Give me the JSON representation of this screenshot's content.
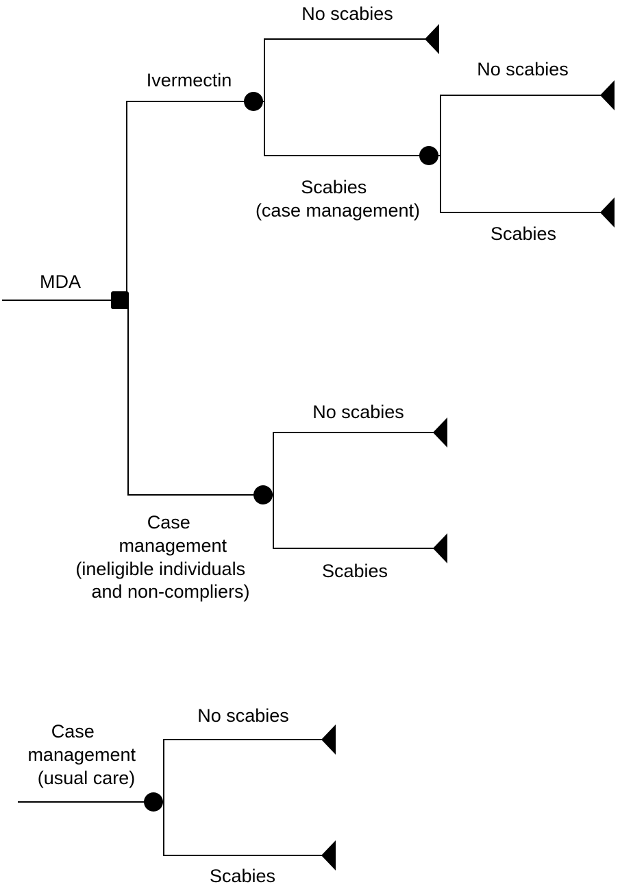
{
  "trees": [
    {
      "id": "mda",
      "root_label": "MDA",
      "branches": [
        {
          "label": "Ivermectin",
          "outcomes": [
            {
              "label": "No scabies"
            },
            {
              "label_lines": [
                "Scabies",
                "(case management)"
              ],
              "outcomes": [
                {
                  "label": "No scabies"
                },
                {
                  "label": "Scabies"
                }
              ]
            }
          ]
        },
        {
          "label_lines": [
            "Case",
            "management",
            "(ineligible individuals",
            "and non-compliers)"
          ],
          "outcomes": [
            {
              "label": "No scabies"
            },
            {
              "label": "Scabies"
            }
          ]
        }
      ]
    },
    {
      "id": "usual-care",
      "root_label_lines": [
        "Case",
        "management",
        "(usual care)"
      ],
      "outcomes": [
        {
          "label": "No scabies"
        },
        {
          "label": "Scabies"
        }
      ]
    }
  ]
}
